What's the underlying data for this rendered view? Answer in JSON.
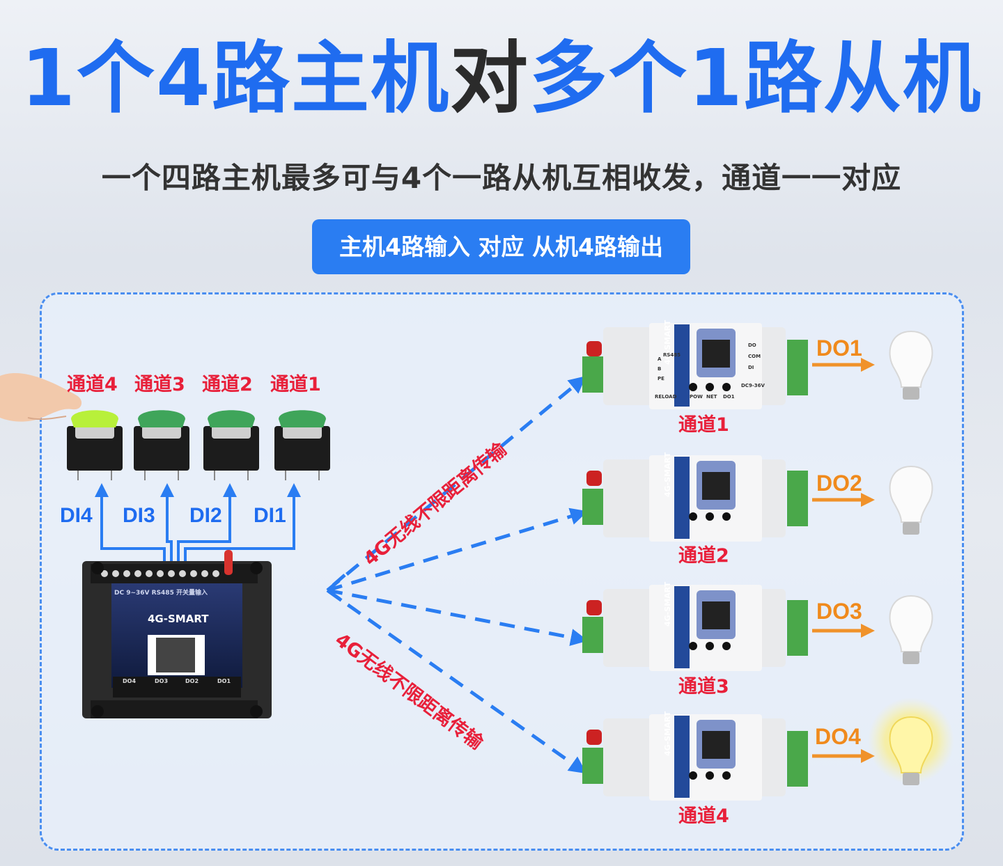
{
  "header": {
    "title_part1": "1个4路主机",
    "title_part2": "对",
    "title_part3": "多个1路从机",
    "subtitle": "一个四路主机最多可与4个一路从机互相收发，通道一一对应",
    "pill": "主机4路输入 对应 从机4路输出"
  },
  "master": {
    "buttons": [
      "通道4",
      "通道3",
      "通道2",
      "通道1"
    ],
    "inputs": [
      "DI4",
      "DI3",
      "DI2",
      "DI1"
    ],
    "device_label": "4G-SMART",
    "terminal_header": "DC 9~36V  RS485  开关量输入",
    "output_groups": [
      "DO4",
      "DO3",
      "DO2",
      "DO1"
    ]
  },
  "transmission": {
    "label_upper": "4G无线不限距离传输",
    "label_lower": "4G无线不限距离传输"
  },
  "slaves": [
    {
      "channel": "通道1",
      "output": "DO1",
      "lamp_on": false
    },
    {
      "channel": "通道2",
      "output": "DO2",
      "lamp_on": false
    },
    {
      "channel": "通道3",
      "output": "DO3",
      "lamp_on": false
    },
    {
      "channel": "通道4",
      "output": "DO4",
      "lamp_on": true
    }
  ],
  "slave_device": {
    "label": "4G-SMART",
    "port_labels": [
      "PE",
      "B",
      "A",
      "RS485",
      "RELOAD",
      "POW",
      "NET",
      "DO1",
      "DC9-36V",
      "DI",
      "COM",
      "DO"
    ]
  },
  "colors": {
    "accent_blue": "#1f6cf0",
    "highlight_red": "#e8203a",
    "output_orange": "#f08a1c",
    "pill_bg": "#2a7df2"
  }
}
